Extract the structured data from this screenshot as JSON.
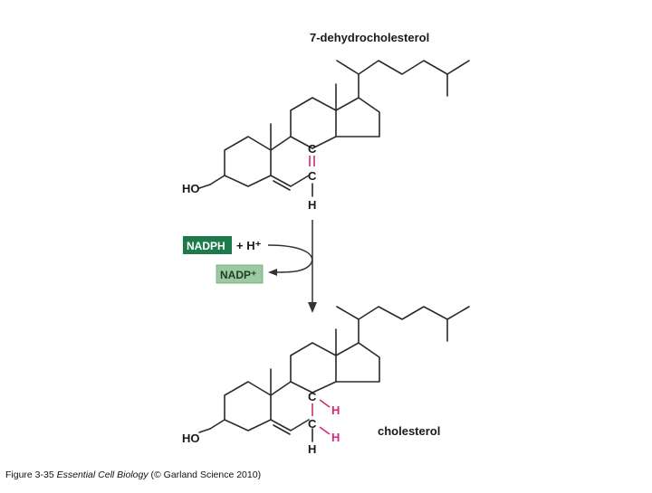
{
  "molecules": {
    "top": {
      "name": "7-dehydrocholesterol",
      "ho": "HO",
      "c1": "C",
      "c2": "C",
      "h": "H"
    },
    "bottom": {
      "name": "cholesterol",
      "ho": "HO",
      "c1": "C",
      "c2": "C",
      "h": "H",
      "added_h1": "H",
      "added_h2": "H"
    }
  },
  "reaction": {
    "cofactor_in": "NADPH",
    "proton": "+ H⁺",
    "cofactor_out": "NADP⁺"
  },
  "caption": {
    "prefix": "Figure 3-35",
    "book": "Essential Cell Biology",
    "suffix": "(© Garland Science 2010)"
  },
  "colors": {
    "bond": "#2a2a2a",
    "highlight": "#d6287a",
    "nadph_box": "#1e7a4a",
    "nadp_box": "#9cc9a2"
  }
}
